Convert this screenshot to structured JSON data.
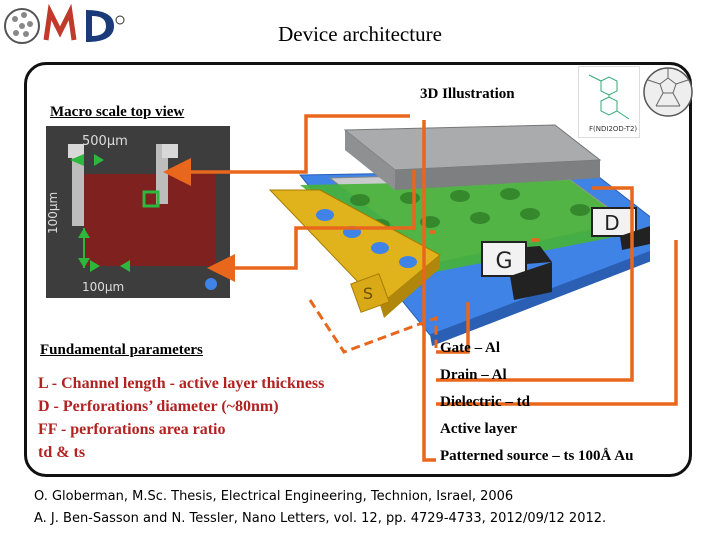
{
  "title": "Device architecture",
  "logo": {
    "letters": "OMD"
  },
  "macro": {
    "label": "Macro scale top view",
    "scale_top": "500μm",
    "scale_left": "100μm",
    "scale_bottom": "100μm"
  },
  "illustration": {
    "label": "3D Illustration",
    "molecule_caption": "F(NDI2OD-T2)",
    "electrode_labels": {
      "drain": "D",
      "gate": "G",
      "source": "S"
    }
  },
  "params": {
    "title": "Fundamental parameters",
    "items": [
      "L  - Channel length - active layer thickness",
      "D  - Perforations’ diameter (~80nm)",
      "FF - perforations area ratio",
      "td & ts"
    ]
  },
  "layers": [
    "Gate – Al",
    "Drain – Al",
    "Dielectric – td",
    "Active layer",
    "Patterned source – ts 100Å  Au"
  ],
  "references": [
    "O. Globerman, M.Sc. Thesis, Electrical Engineering, Technion, Israel, 2006",
    "A. J. Ben-Sasson and N. Tessler, Nano Letters, vol. 12, pp. 4729-4733, 2012/09/12 2012."
  ],
  "colors": {
    "arrow": "#e8671c",
    "accent_text": "#b22222",
    "green": "#2db83d"
  }
}
